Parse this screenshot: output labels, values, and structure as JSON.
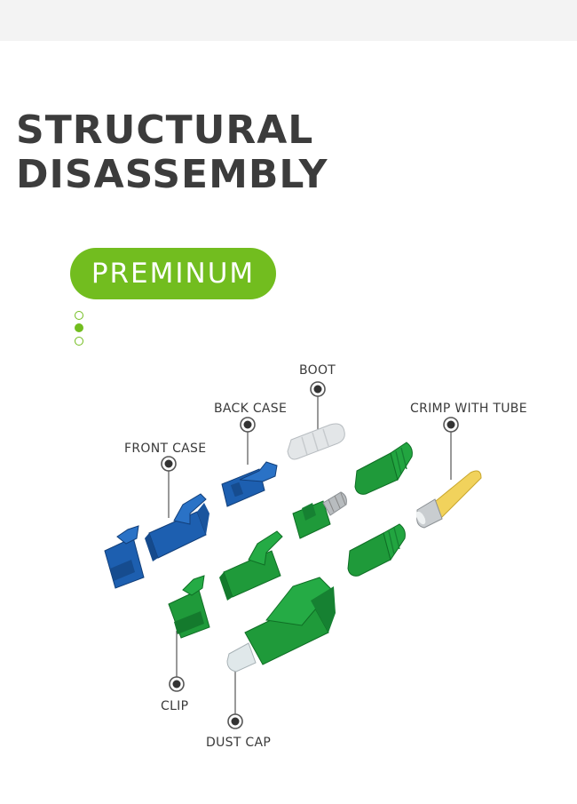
{
  "title": {
    "line1": "STRUCTURAL",
    "line2": "DISASSEMBLY"
  },
  "badge": {
    "label": "PREMINUM"
  },
  "pager": {
    "count": 3,
    "active_index": 1
  },
  "colors": {
    "accent": "#72bd1f",
    "blue": "#1d5fb0",
    "green": "#1f9a3a",
    "yellow": "#f1d25c",
    "text": "#3c3c3c"
  },
  "parts": {
    "boot": "BOOT",
    "back_case": "BACK CASE",
    "crimp_with_tube": "CRIMP WITH TUBE",
    "front_case": "FRONT CASE",
    "clip": "CLIP",
    "dust_cap": "DUST CAP"
  }
}
